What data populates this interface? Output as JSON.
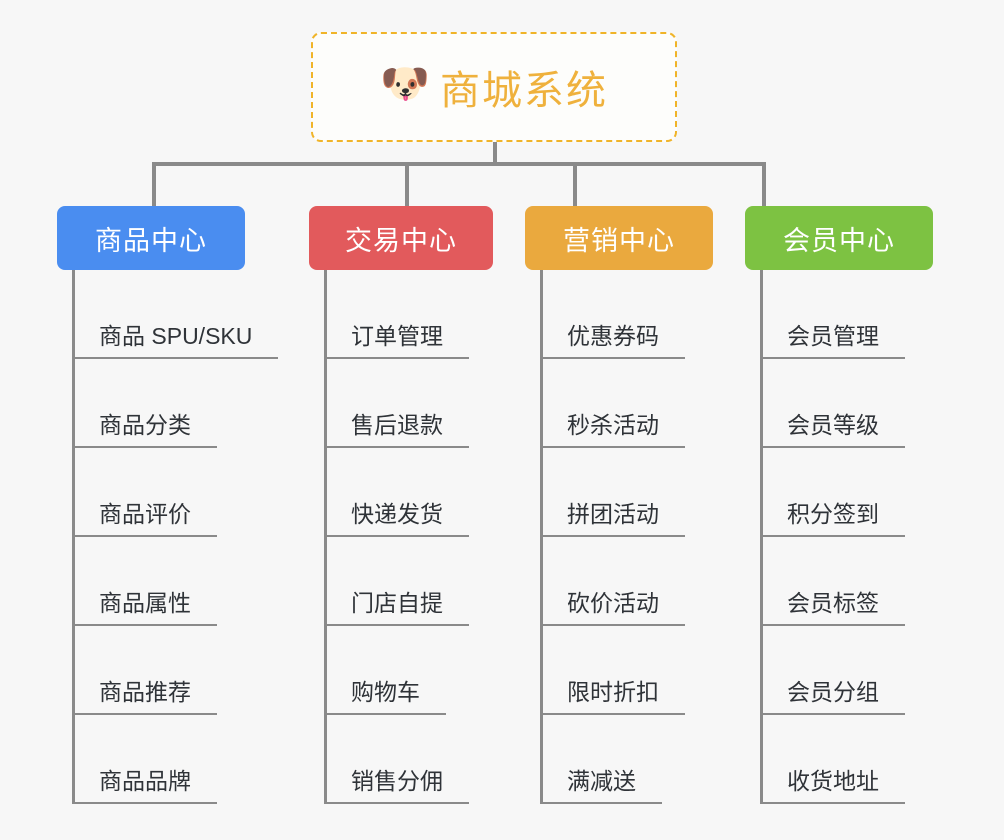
{
  "background_color": "#f7f7f7",
  "root": {
    "icon": "shiba-dog-face-icon",
    "icon_glyph": "🐶",
    "title": "商城系统",
    "border_color": "#f0b429",
    "text_color": "#efb13c"
  },
  "connector_color": "#8a8a8a",
  "branches": [
    {
      "label": "商品中心",
      "color": "#4a8df0",
      "items": [
        "商品 SPU/SKU",
        "商品分类",
        "商品评价",
        "商品属性",
        "商品推荐",
        "商品品牌"
      ]
    },
    {
      "label": "交易中心",
      "color": "#e25a5c",
      "items": [
        "订单管理",
        "售后退款",
        "快递发货",
        "门店自提",
        "购物车",
        "销售分佣"
      ]
    },
    {
      "label": "营销中心",
      "color": "#eaa93e",
      "items": [
        "优惠券码",
        "秒杀活动",
        "拼团活动",
        "砍价活动",
        "限时折扣",
        "满减送"
      ]
    },
    {
      "label": "会员中心",
      "color": "#7dc242",
      "items": [
        "会员管理",
        "会员等级",
        "积分签到",
        "会员标签",
        "会员分组",
        "收货地址"
      ]
    }
  ]
}
